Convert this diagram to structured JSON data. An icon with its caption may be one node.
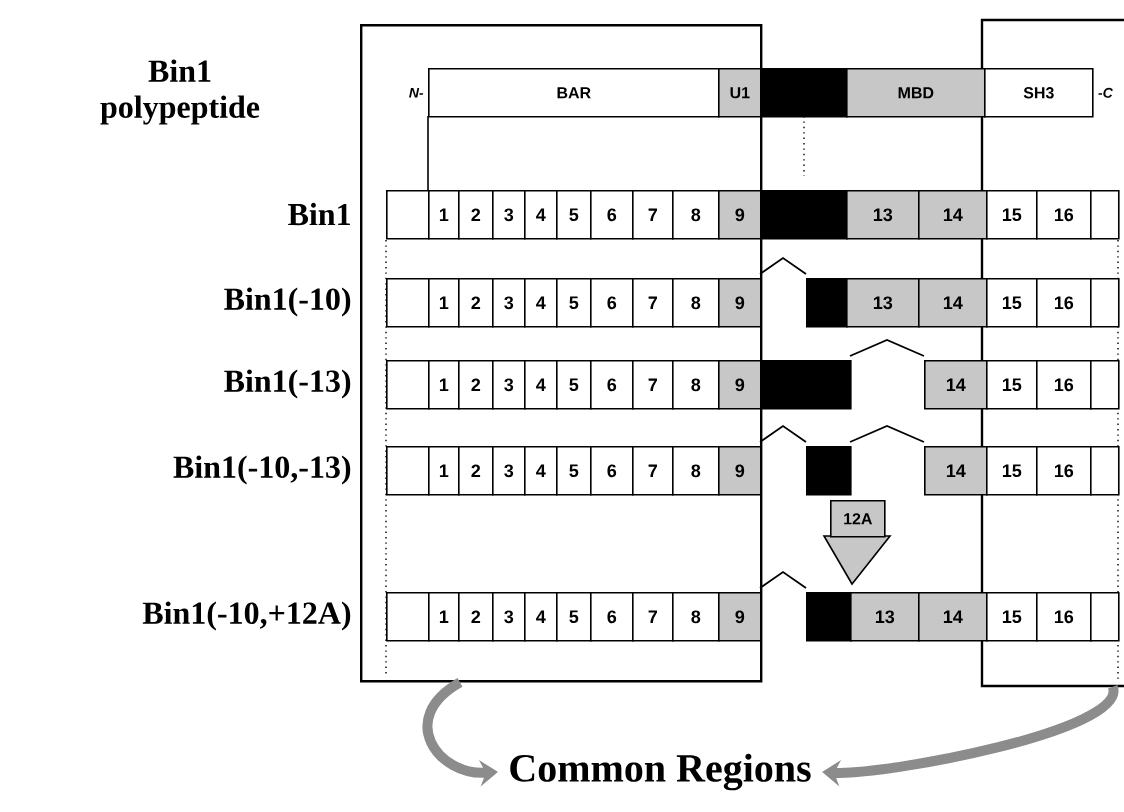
{
  "diagram": {
    "nodes": [
      {
        "text": [],
        "shape": "box"
      },
      {
        "text": [],
        "shape": "box"
      },
      {
        "text": [
          "Common Regions"
        ]
      },
      {
        "text": [
          "BAR"
        ],
        "in": 0,
        "beside": [
          "N-"
        ]
      },
      {
        "text": [
          "U1"
        ],
        "in": 0
      },
      {
        "text": [],
        "shape": "box"
      },
      {
        "text": [
          "MBD"
        ]
      },
      {
        "text": [
          "SH3"
        ],
        "in": 1,
        "beside": [
          "-C"
        ]
      },
      {
        "text": [
          "12A"
        ]
      }
    ],
    "edges": [
      {
        "from": 0,
        "to": 2,
        "arrow": "to"
      },
      {
        "from": 1,
        "to": 2,
        "arrow": "to"
      }
    ],
    "labels": [
      "Bin1 polypeptide",
      "Bin1",
      "1",
      "2",
      "3",
      "4",
      "5",
      "6",
      "7",
      "8",
      "9",
      "13",
      "14",
      "15",
      "16",
      "Bin1(-10)",
      "1",
      "2",
      "3",
      "4",
      "5",
      "6",
      "7",
      "8",
      "9",
      "13",
      "14",
      "15",
      "16",
      "Bin1(-13)",
      "1",
      "2",
      "3",
      "4",
      "5",
      "6",
      "7",
      "8",
      "9",
      "14",
      "15",
      "16",
      "Bin1(-10,-13)",
      "1",
      "2",
      "3",
      "4",
      "5",
      "6",
      "7",
      "8",
      "9",
      "14",
      "15",
      "16",
      "Bin1(-10,+12A)",
      "1",
      "2",
      "3",
      "4",
      "5",
      "6",
      "7",
      "8",
      "9",
      "13",
      "14",
      "15",
      "16"
    ]
  }
}
